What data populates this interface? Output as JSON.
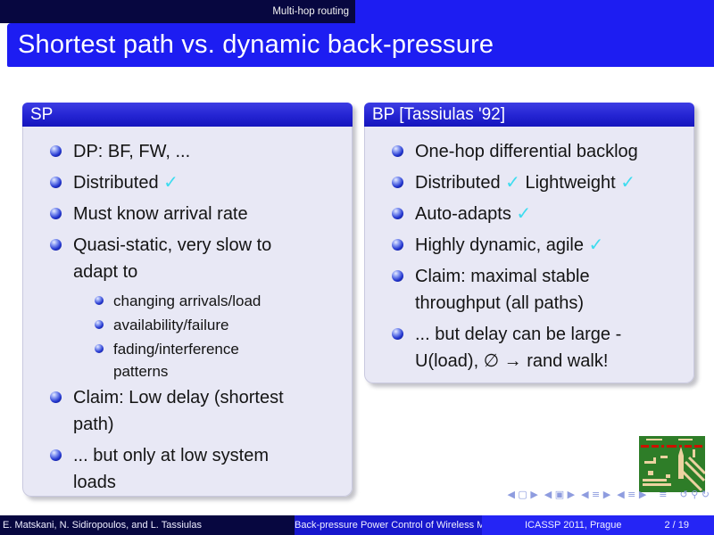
{
  "header": {
    "section": "Multi-hop routing",
    "title": "Shortest path vs. dynamic back-pressure"
  },
  "panels": [
    {
      "title": "SP",
      "items": [
        {
          "level": 1,
          "segments": [
            {
              "t": "DP: BF, FW, ..."
            }
          ]
        },
        {
          "level": 1,
          "segments": [
            {
              "t": "Distributed "
            },
            {
              "t": "✓",
              "c": "check"
            }
          ]
        },
        {
          "level": 1,
          "segments": [
            {
              "t": "Must know arrival rate"
            }
          ]
        },
        {
          "level": 1,
          "segments": [
            {
              "t": "Quasi-static, very slow to\nadapt to"
            }
          ]
        },
        {
          "level": 2,
          "segments": [
            {
              "t": "changing arrivals/load"
            }
          ]
        },
        {
          "level": 2,
          "segments": [
            {
              "t": "availability/failure"
            }
          ]
        },
        {
          "level": 2,
          "segments": [
            {
              "t": "fading/interference\npatterns"
            }
          ]
        },
        {
          "level": 1,
          "segments": [
            {
              "t": "Claim: Low delay (shortest\npath)"
            }
          ]
        },
        {
          "level": 1,
          "segments": [
            {
              "t": "... but only at low system\nloads"
            }
          ]
        }
      ]
    },
    {
      "title": "BP [Tassiulas '92]",
      "items": [
        {
          "level": 1,
          "segments": [
            {
              "t": "One-hop differential backlog"
            }
          ]
        },
        {
          "level": 1,
          "segments": [
            {
              "t": "Distributed "
            },
            {
              "t": "✓",
              "c": "check"
            },
            {
              "t": " Lightweight "
            },
            {
              "t": "✓",
              "c": "check"
            }
          ]
        },
        {
          "level": 1,
          "segments": [
            {
              "t": "Auto-adapts "
            },
            {
              "t": "✓",
              "c": "check"
            }
          ]
        },
        {
          "level": 1,
          "segments": [
            {
              "t": "Highly dynamic, agile "
            },
            {
              "t": "✓",
              "c": "check"
            }
          ]
        },
        {
          "level": 1,
          "segments": [
            {
              "t": "Claim: maximal stable\nthroughput (all paths)"
            }
          ]
        },
        {
          "level": 1,
          "segments": [
            {
              "t": "... but delay can be large -\nU(load), ∅ → rand walk!"
            }
          ]
        }
      ]
    }
  ],
  "footer": {
    "authors": "E. Matskani, N. Sidiropoulos, and L. Tassiulas",
    "short_title": "Back-pressure Power Control of Wireless Multi",
    "venue": "ICASSP 2011, Prague",
    "page": "2 / 19"
  },
  "navigation": {
    "symbols": "◀ ▢ ▶  ◀ ▣ ▶  ◀ ≡ ▶  ◀ ≡ ▶    ≡    ↺ ⚲ ↻"
  },
  "colors": {
    "navy": "#070740",
    "bright_blue": "#1d1df2",
    "block_header_blue": "#2424d2",
    "panel_bg": "#e8e8f5",
    "check_cyan": "#3ddcef",
    "footer_mid_blue": "#1717cd",
    "footer_right_blue": "#2525f5",
    "logo_green": "#2e7d28",
    "logo_trace": "#ecd2a0",
    "logo_red": "#cc1100"
  }
}
